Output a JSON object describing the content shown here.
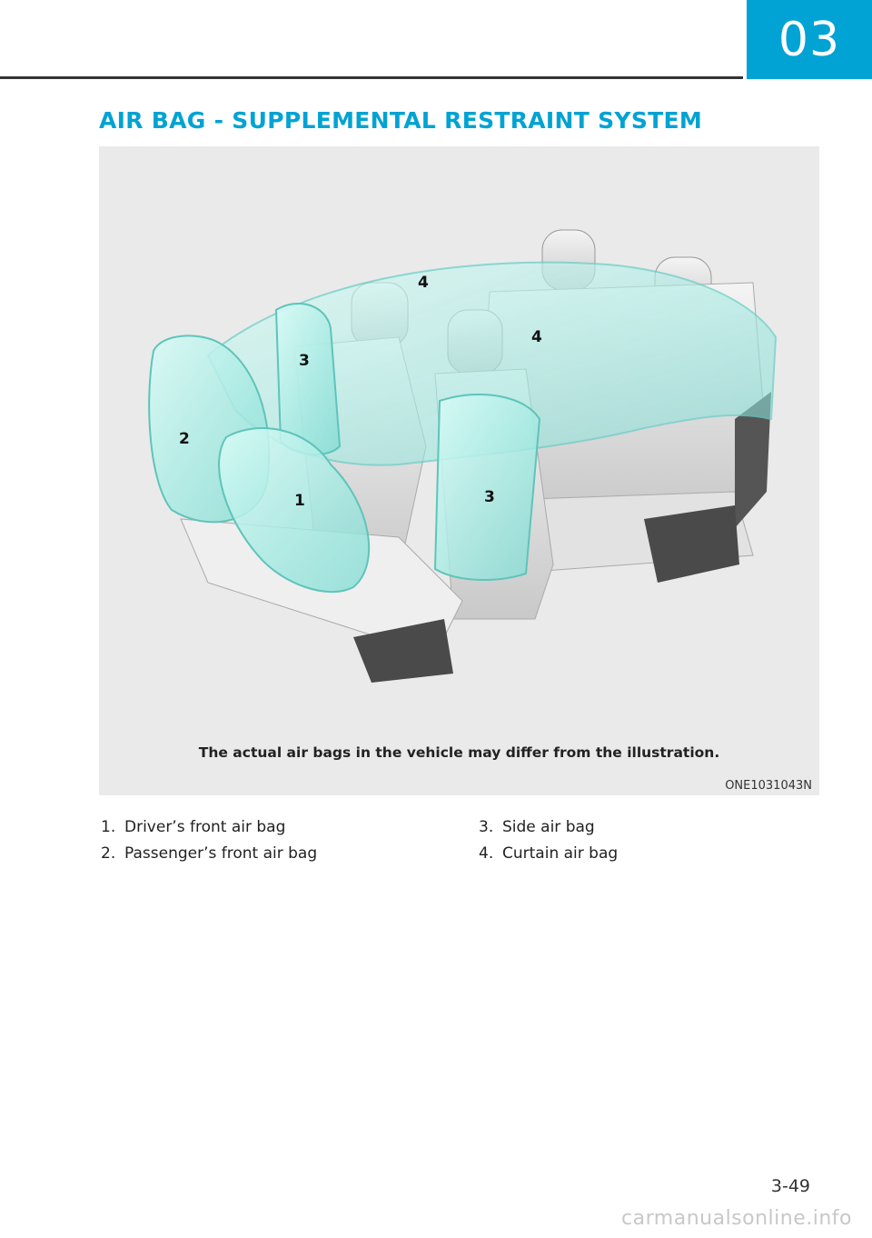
{
  "header": {
    "chapter": "03"
  },
  "section": {
    "title": "AIR BAG - SUPPLEMENTAL RESTRAINT SYSTEM"
  },
  "figure": {
    "callouts": [
      "4",
      "3",
      "2",
      "1",
      "4",
      "3"
    ],
    "caption": "The actual air bags in the vehicle may differ from the illustration.",
    "code": "ONE1031043N",
    "colors": {
      "airbag": "#8fe6de",
      "seat": "#d8d8d8",
      "seat_dark": "#5a5a5a",
      "background": "#eaeaea"
    }
  },
  "legend": {
    "left": [
      {
        "num": "1.",
        "label": "Driver’s front air bag"
      },
      {
        "num": "2.",
        "label": "Passenger’s front air bag"
      }
    ],
    "right": [
      {
        "num": "3.",
        "label": "Side air bag"
      },
      {
        "num": "4.",
        "label": "Curtain air bag"
      }
    ]
  },
  "footer": {
    "page_number": "3-49",
    "watermark": "carmanualsonline.info"
  }
}
